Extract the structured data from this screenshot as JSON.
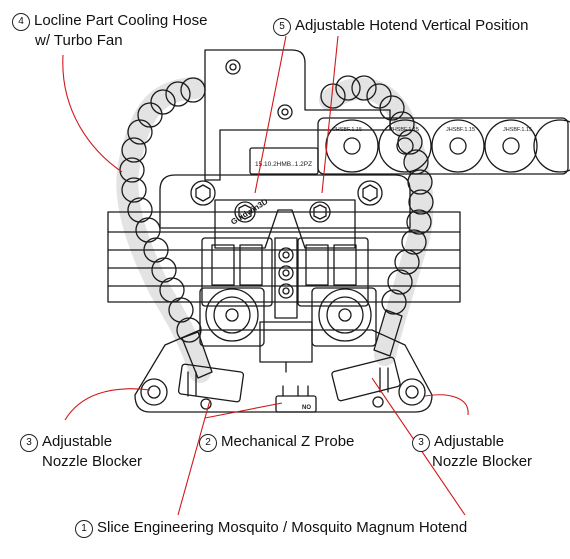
{
  "callouts": [
    {
      "number": "4",
      "line1": "Locline Part Cooling Hose",
      "line2": "w/ Turbo Fan"
    },
    {
      "number": "5",
      "line1": "Adjustable Hotend Vertical Position",
      "line2": ""
    },
    {
      "number": "3",
      "line1": "Adjustable",
      "line2": "Nozzle Blocker"
    },
    {
      "number": "2",
      "line1": "Mechanical Z Probe",
      "line2": ""
    },
    {
      "number": "3",
      "line1": "Adjustable",
      "line2": "Nozzle Blocker"
    },
    {
      "number": "1",
      "line1": "Slice Engineering Mosquito / Mosquito Magnum Hotend",
      "line2": ""
    }
  ],
  "drawing_text": {
    "brand": "Guidwin3D",
    "part_label": "15.10.2HMB..1.2PZ",
    "chain_label": "JHSBF.1.15",
    "probe_label": "NO"
  },
  "colors": {
    "leader": "#d0191b",
    "line": "#1a1a1a",
    "background": "#ffffff"
  }
}
